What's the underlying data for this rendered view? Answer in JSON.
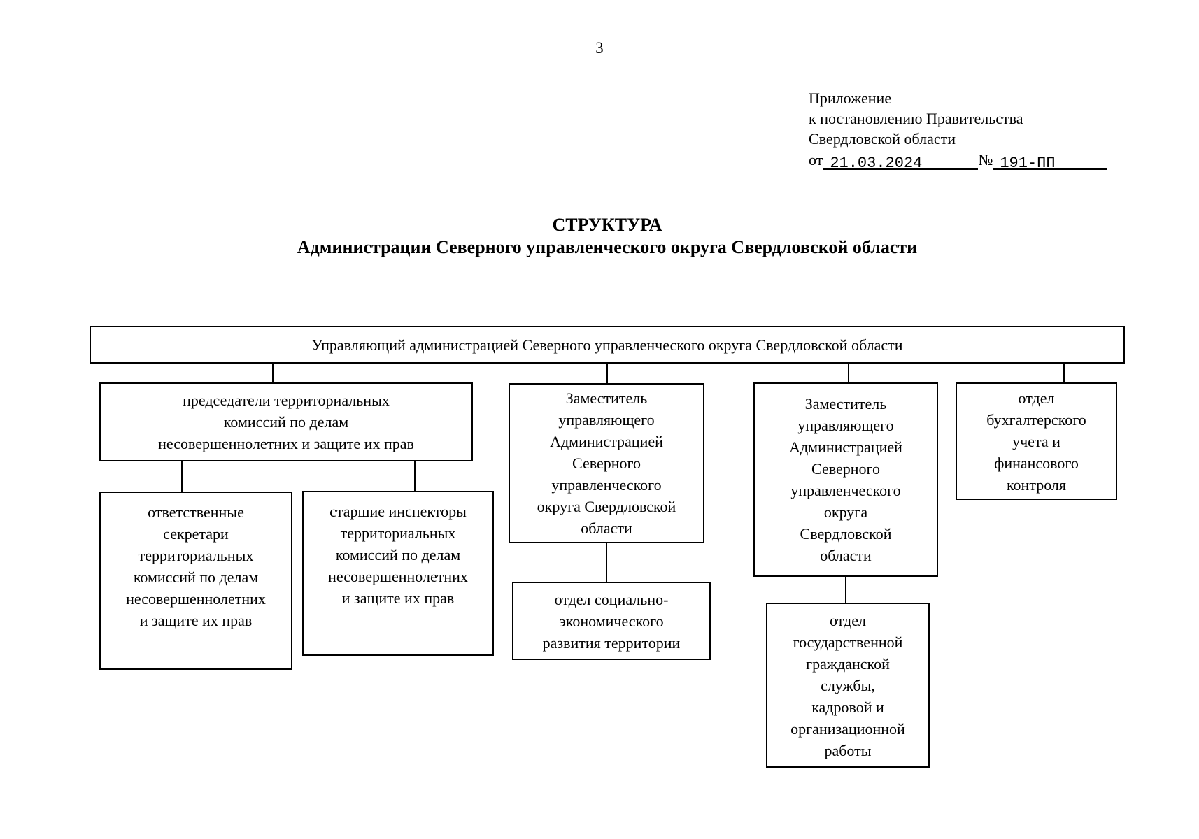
{
  "page": {
    "number": "3"
  },
  "annex": {
    "lines": [
      "Приложение",
      "к постановлению Правительства",
      "Свердловской области"
    ],
    "date_prefix": "от",
    "date_value": "21.03.2024",
    "number_sign": "№",
    "number_value": "191-ПП"
  },
  "title": {
    "heading": "СТРУКТУРА",
    "subheading": "Администрации Северного управленческого округа Свердловской области"
  },
  "org_chart": {
    "nodes": {
      "manager": {
        "text": "Управляющий администрацией Северного управленческого округа Свердловской области"
      },
      "chairs": {
        "text": "председатели территориальных\nкомиссий по делам\nнесовершеннолетних и защите их прав"
      },
      "deputy1": {
        "text": "Заместитель\nуправляющего\nАдминистрацией\nСеверного\nуправленческого\nокруга Свердловской\nобласти"
      },
      "deputy2": {
        "text": "Заместитель\nуправляющего\nАдминистрацией\nСеверного\nуправленческого\nокруга\nСвердловской\nобласти"
      },
      "accounting": {
        "text": "отдел\nбухгалтерского\nучета и\nфинансового\nконтроля"
      },
      "secretaries": {
        "text": "ответственные\nсекретари\nтерриториальных\nкомиссий по делам\nнесовершеннолетних\nи защите их прав"
      },
      "inspectors": {
        "text": "старшие инспекторы\nтерриториальных\nкомиссий по делам\nнесовершеннолетних\nи защите их прав"
      },
      "socio_economic": {
        "text": "отдел социально-\nэкономического\nразвития территории"
      },
      "civil_service": {
        "text": "отдел\nгосударственной\nгражданской\nслужбы,\nкадровой и\nорганизационной\nработы"
      }
    },
    "edges": [
      {
        "from": "manager",
        "to": "chairs"
      },
      {
        "from": "manager",
        "to": "deputy1"
      },
      {
        "from": "manager",
        "to": "deputy2"
      },
      {
        "from": "manager",
        "to": "accounting"
      },
      {
        "from": "chairs",
        "to": "secretaries"
      },
      {
        "from": "chairs",
        "to": "inspectors"
      },
      {
        "from": "deputy1",
        "to": "socio_economic"
      },
      {
        "from": "deputy2",
        "to": "civil_service"
      }
    ]
  },
  "colors": {
    "text": "#000000",
    "border": "#000000",
    "background": "#ffffff"
  }
}
